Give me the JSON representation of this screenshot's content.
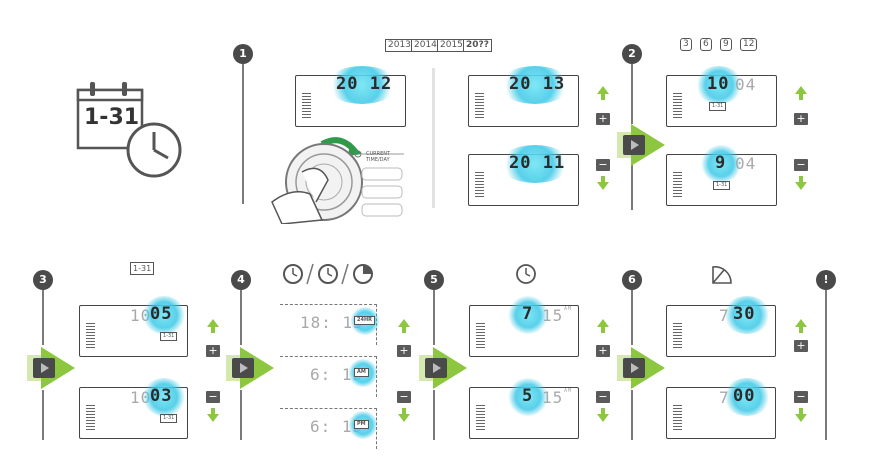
{
  "steps": [
    "1",
    "2",
    "3",
    "4",
    "5",
    "6",
    "!"
  ],
  "calendar_label": "1-31",
  "year_icons": [
    "2013",
    "2014",
    "2015",
    "20??"
  ],
  "month_icons": [
    "3",
    "6",
    "9",
    "12"
  ],
  "step1": {
    "display": "20 12",
    "dial_label": "CURRENT TIME/DAY"
  },
  "year_up": {
    "display": "20 13"
  },
  "year_down": {
    "display": "20 11"
  },
  "step2": {
    "up_blink": "10",
    "up_rest": "04",
    "down_blink": "9",
    "down_rest": "04",
    "day_tag": "1-31"
  },
  "step3": {
    "icon": "1-31",
    "up_prefix": "10",
    "up_blink": "05",
    "down_prefix": "10",
    "down_blink": "03",
    "day_tag": "1-31"
  },
  "step4": {
    "rows": [
      {
        "time": "18: 15",
        "tag": "24HR"
      },
      {
        "time": "6: 15",
        "tag": "AM"
      },
      {
        "time": "6: 15",
        "tag": "PM"
      }
    ]
  },
  "step5": {
    "up_blink": "7",
    "up_rest": "15",
    "up_tag": "AM",
    "down_blink": "5",
    "down_rest": "15",
    "down_tag": "AM"
  },
  "step6": {
    "up_prefix": "7",
    "up_blink": "30",
    "down_prefix": "7",
    "down_blink": "00"
  },
  "btn_plus": "+",
  "btn_minus": "−",
  "colors": {
    "accent_green": "#8dc63f",
    "blink_cyan": "#5cd3ea",
    "line_gray": "#7a7a7a"
  }
}
